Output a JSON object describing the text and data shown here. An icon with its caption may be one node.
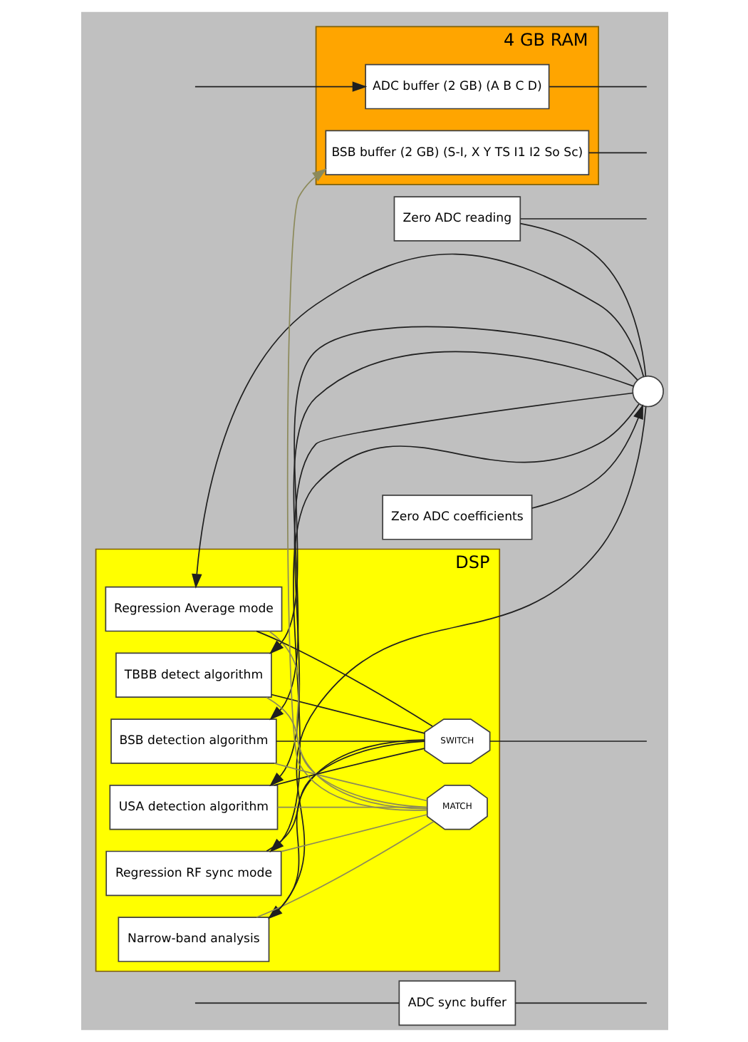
{
  "diagram": {
    "nodes": [
      {
        "text": [
          "ADC sync buffer"
        ]
      },
      {
        "text": [
          "Zero ADC reading"
        ]
      },
      {
        "text": [],
        "shape": "circle"
      },
      {
        "text": [
          "Zero ADC coefficients"
        ]
      },
      {
        "text": [
          "4 GB RAM"
        ]
      },
      {
        "text": [
          "ADC buffer (2 GB) (A B C D)"
        ],
        "in": 4
      },
      {
        "text": [
          "BSB buffer (2 GB) (S-I, X Y TS I1 I2 So Sc)"
        ],
        "in": 4
      },
      {
        "text": [
          "DSP"
        ]
      },
      {
        "text": [
          "Narrow-band analysis"
        ],
        "in": 7
      },
      {
        "text": [
          "BSB detection algorithm"
        ],
        "in": 7
      },
      {
        "text": [
          "TBBB detect algorithm"
        ],
        "in": 7
      },
      {
        "text": [
          "USA detection algorithm"
        ],
        "in": 7
      },
      {
        "text": [
          "Regression Average mode"
        ],
        "in": 7
      },
      {
        "text": [
          "Regression RF sync mode"
        ],
        "in": 7
      },
      {
        "text": [
          "MATCH"
        ],
        "in": 7
      },
      {
        "text": [
          "SWITCH"
        ],
        "in": 7
      }
    ],
    "edges": [
      {
        "from": null,
        "to": 5,
        "arrow": "to"
      },
      {
        "from": 5,
        "to": null,
        "arrow": "none"
      },
      {
        "from": null,
        "to": 0,
        "arrow": "none"
      },
      {
        "from": 0,
        "to": null,
        "arrow": "none"
      },
      {
        "from": 1,
        "to": null,
        "arrow": "none"
      },
      {
        "from": 1,
        "to": 2,
        "arrow": "none"
      },
      {
        "from": 3,
        "to": 2,
        "arrow": "to"
      },
      {
        "from": 2,
        "to": 8,
        "arrow": "to"
      },
      {
        "from": 2,
        "to": 9,
        "arrow": "to"
      },
      {
        "from": 2,
        "to": 10,
        "arrow": "to"
      },
      {
        "from": 2,
        "to": 11,
        "arrow": "to"
      },
      {
        "from": 2,
        "to": 12,
        "arrow": "to"
      },
      {
        "from": 2,
        "to": 13,
        "arrow": "to"
      },
      {
        "from": 8,
        "to": 14,
        "arrow": "none",
        "color": "#8c8a5a"
      },
      {
        "from": 9,
        "to": 14,
        "arrow": "none",
        "color": "#8c8a5a"
      },
      {
        "from": 10,
        "to": 14,
        "arrow": "none",
        "color": "#8c8a5a"
      },
      {
        "from": 11,
        "to": 14,
        "arrow": "none",
        "color": "#8c8a5a"
      },
      {
        "from": 12,
        "to": 14,
        "arrow": "none",
        "color": "#8c8a5a"
      },
      {
        "from": 13,
        "to": 14,
        "arrow": "none",
        "color": "#8c8a5a"
      },
      {
        "from": 8,
        "to": 15,
        "arrow": "none"
      },
      {
        "from": 9,
        "to": 15,
        "arrow": "none"
      },
      {
        "from": 10,
        "to": 15,
        "arrow": "none"
      },
      {
        "from": 11,
        "to": 15,
        "arrow": "none"
      },
      {
        "from": 12,
        "to": 15,
        "arrow": "none"
      },
      {
        "from": 13,
        "to": 15,
        "arrow": "none"
      },
      {
        "from": 14,
        "to": 6,
        "arrow": "to",
        "color": "#8c8a5a"
      },
      {
        "from": 6,
        "to": null,
        "arrow": "none"
      },
      {
        "from": 15,
        "to": null,
        "arrow": "none"
      }
    ]
  }
}
